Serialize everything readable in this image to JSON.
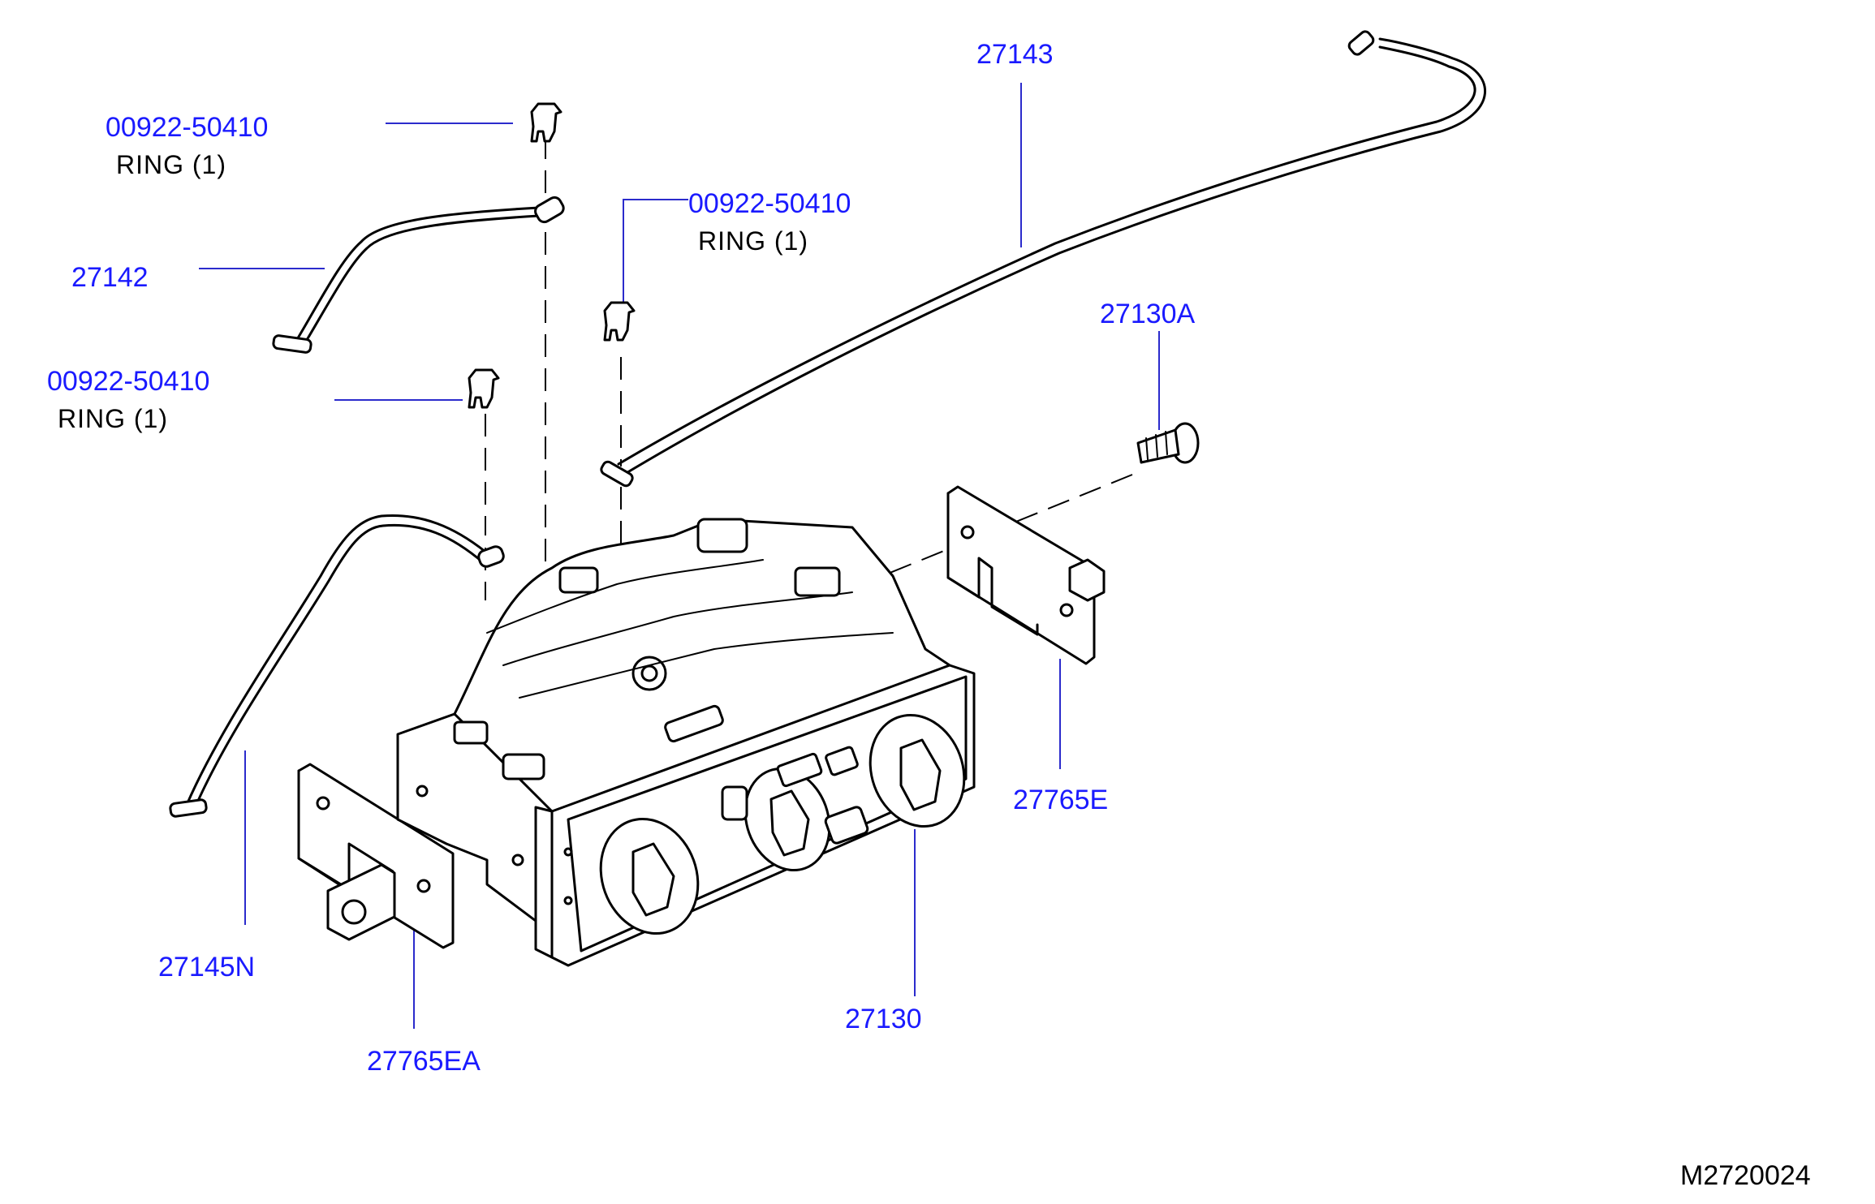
{
  "callouts": [
    {
      "id": "c-00922-1",
      "part": "00922-50410",
      "desc": "RING  (1)"
    },
    {
      "id": "c-00922-2",
      "part": "00922-50410",
      "desc": "RING  (1)"
    },
    {
      "id": "c-00922-3",
      "part": "00922-50410",
      "desc": "RING  (1)"
    },
    {
      "id": "c-27142",
      "part": "27142"
    },
    {
      "id": "c-27143",
      "part": "27143"
    },
    {
      "id": "c-27130A",
      "part": "27130A"
    },
    {
      "id": "c-27765E",
      "part": "27765E"
    },
    {
      "id": "c-27145N",
      "part": "27145N"
    },
    {
      "id": "c-27130",
      "part": "27130"
    },
    {
      "id": "c-27765EA",
      "part": "27765EA"
    }
  ],
  "diagram_code": "M2720024",
  "colors": {
    "callout_text": "#1a1aff",
    "leader": "#2b2bcc",
    "line_art": "#000000",
    "background": "#ffffff"
  }
}
